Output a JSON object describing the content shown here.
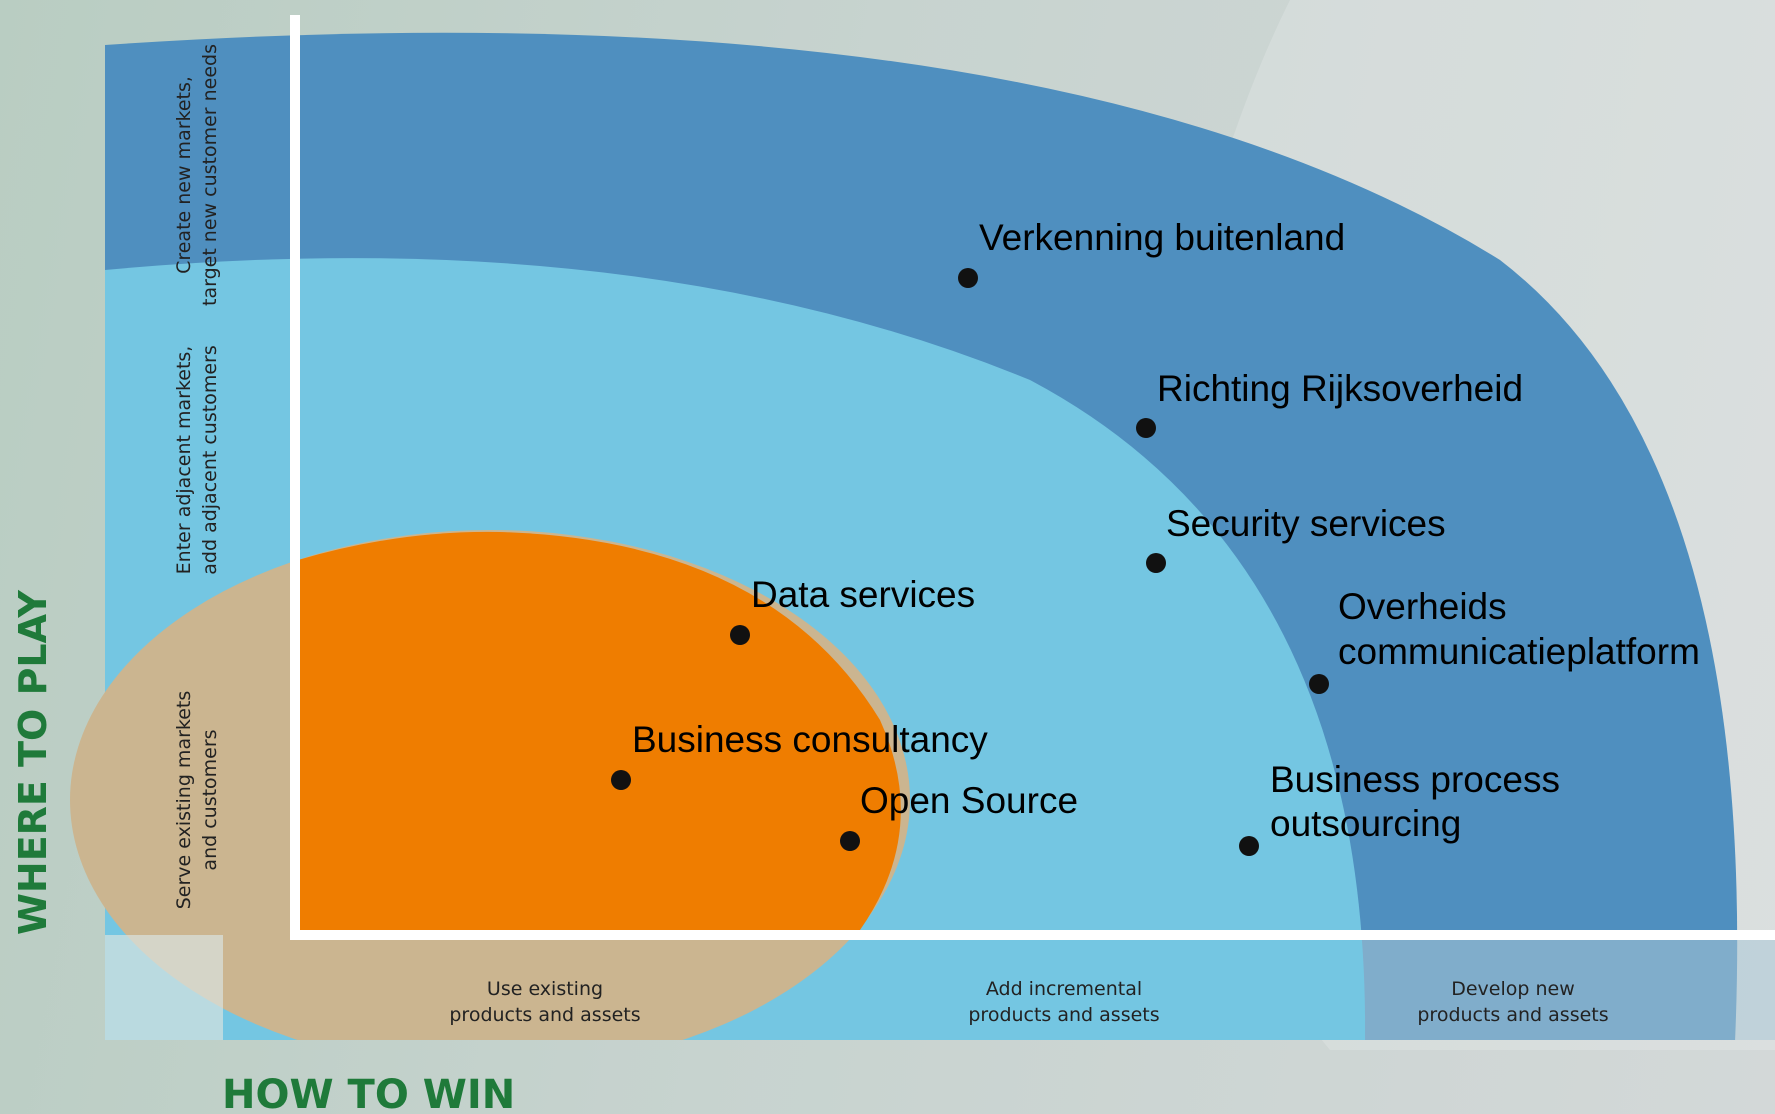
{
  "axes": {
    "y_title": "WHERE TO PLAY",
    "x_title": "HOW TO WIN"
  },
  "rows": [
    {
      "line1": "Create new markets,",
      "line2": "target new customer needs"
    },
    {
      "line1": "Enter adjacent markets,",
      "line2": "add adjacent customers"
    },
    {
      "line1": "Serve existing markets",
      "line2": "and customers"
    }
  ],
  "columns": [
    {
      "line1": "Use existing",
      "line2": "products and assets"
    },
    {
      "line1": "Add incremental",
      "line2": "products and assets"
    },
    {
      "line1": "Develop new",
      "line2": "products and assets"
    }
  ],
  "points": [
    {
      "name": "verkenning",
      "lines": [
        "Verkenning buitenland"
      ]
    },
    {
      "name": "richting",
      "lines": [
        "Richting Rijksoverheid"
      ]
    },
    {
      "name": "security",
      "lines": [
        "Security services"
      ]
    },
    {
      "name": "data",
      "lines": [
        "Data services"
      ]
    },
    {
      "name": "overheids",
      "lines": [
        "Overheids",
        "communicatieplatform"
      ]
    },
    {
      "name": "consultancy",
      "lines": [
        "Business consultancy"
      ]
    },
    {
      "name": "opensource",
      "lines": [
        "Open Source"
      ]
    },
    {
      "name": "bpo",
      "lines": [
        "Business process",
        "outsourcing"
      ]
    }
  ],
  "colors": {
    "outer_ring": "#4f8fbf",
    "middle_ring": "#74c6e2",
    "core": "#ef7d00",
    "axis_title": "#1f7a3a"
  }
}
